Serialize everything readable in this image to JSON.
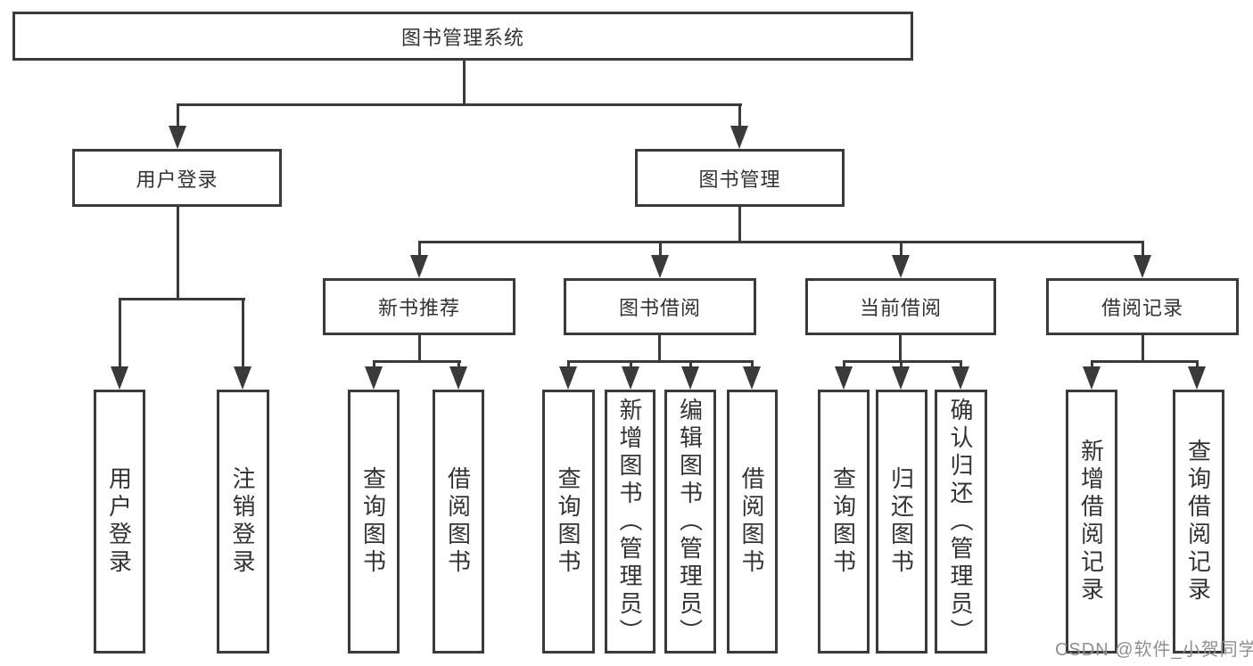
{
  "diagram": {
    "tree": {
      "label": "图书管理系统",
      "children": [
        {
          "label": "用户登录",
          "children": [
            {
              "label": "用户登录"
            },
            {
              "label": "注销登录"
            }
          ]
        },
        {
          "label": "图书管理",
          "children": [
            {
              "label": "新书推荐",
              "children": [
                {
                  "label": "查询图书"
                },
                {
                  "label": "借阅图书"
                }
              ]
            },
            {
              "label": "图书借阅",
              "children": [
                {
                  "label": "查询图书"
                },
                {
                  "label": "新增图书（管理员）"
                },
                {
                  "label": "编辑图书（管理员）"
                },
                {
                  "label": "借阅图书"
                }
              ]
            },
            {
              "label": "当前借阅",
              "children": [
                {
                  "label": "查询图书"
                },
                {
                  "label": "归还图书"
                },
                {
                  "label": "确认归还（管理员）"
                }
              ]
            },
            {
              "label": "借阅记录",
              "children": [
                {
                  "label": "新增借阅记录"
                },
                {
                  "label": "查询借阅记录"
                }
              ]
            }
          ]
        }
      ]
    },
    "watermark": "CSDN @软件_小贺同学"
  },
  "colors": {
    "line": "#3a3a3a",
    "text": "#333333",
    "canvas": "#ffffff",
    "watermark": "#8f8f8f"
  }
}
